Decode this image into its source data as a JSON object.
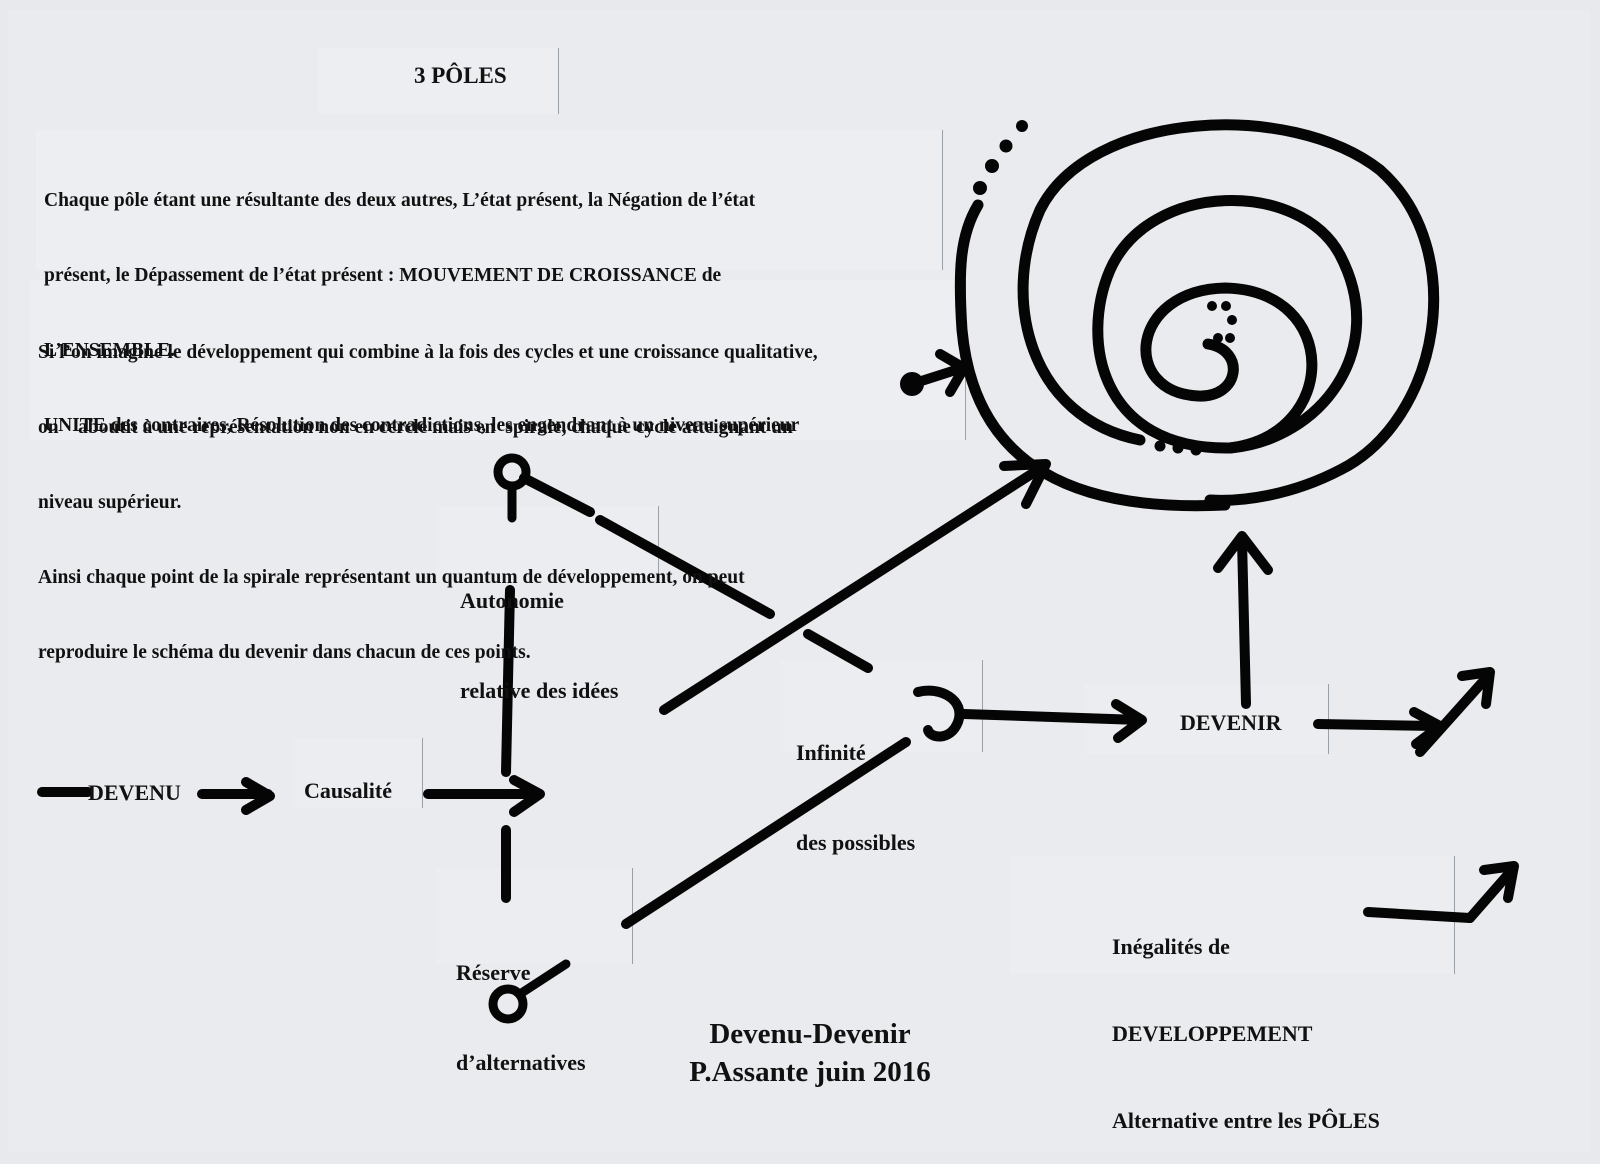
{
  "title": "3 PÔLES",
  "poles_text": [
    "Chaque pôle étant une résultante des deux autres, L’état présent, la Négation de l’état",
    "présent, le Dépassement de l’état présent : MOUVEMENT DE CROISSANCE de",
    "L’ENSEMBLE.",
    "UNITE des contraires, Résolution des contradictions, les engendrant à un niveau supérieur"
  ],
  "spiral_text": [
    "Si l’on imagine le développement qui combine à la fois des cycles et une croissance qualitative,",
    "on    aboutit à une représentation non en cercle mais en  spirale, chaque cycle atteignant un",
    "niveau supérieur.",
    "Ainsi chaque point de la spirale représentant un quantum de développement, on peut",
    "reproduire le schéma du devenir dans chacun de ces points."
  ],
  "nodes": {
    "devenu": "DEVENU",
    "causalite": "Causalité",
    "autonomie": [
      "Autonomie",
      "relative des idées"
    ],
    "reserve": [
      "Réserve",
      "d’alternatives"
    ],
    "infinite": [
      "Infinité",
      "des possibles"
    ],
    "devenir": "DEVENIR",
    "inegalites": [
      "Inégalités de",
      "DEVELOPPEMENT",
      "Alternative entre les PÔLES"
    ]
  },
  "footer": {
    "title": "Devenu-Devenir",
    "author": "P.Assante juin 2016"
  },
  "colors": {
    "ink": "#050505",
    "paper": "#e9ebee"
  }
}
